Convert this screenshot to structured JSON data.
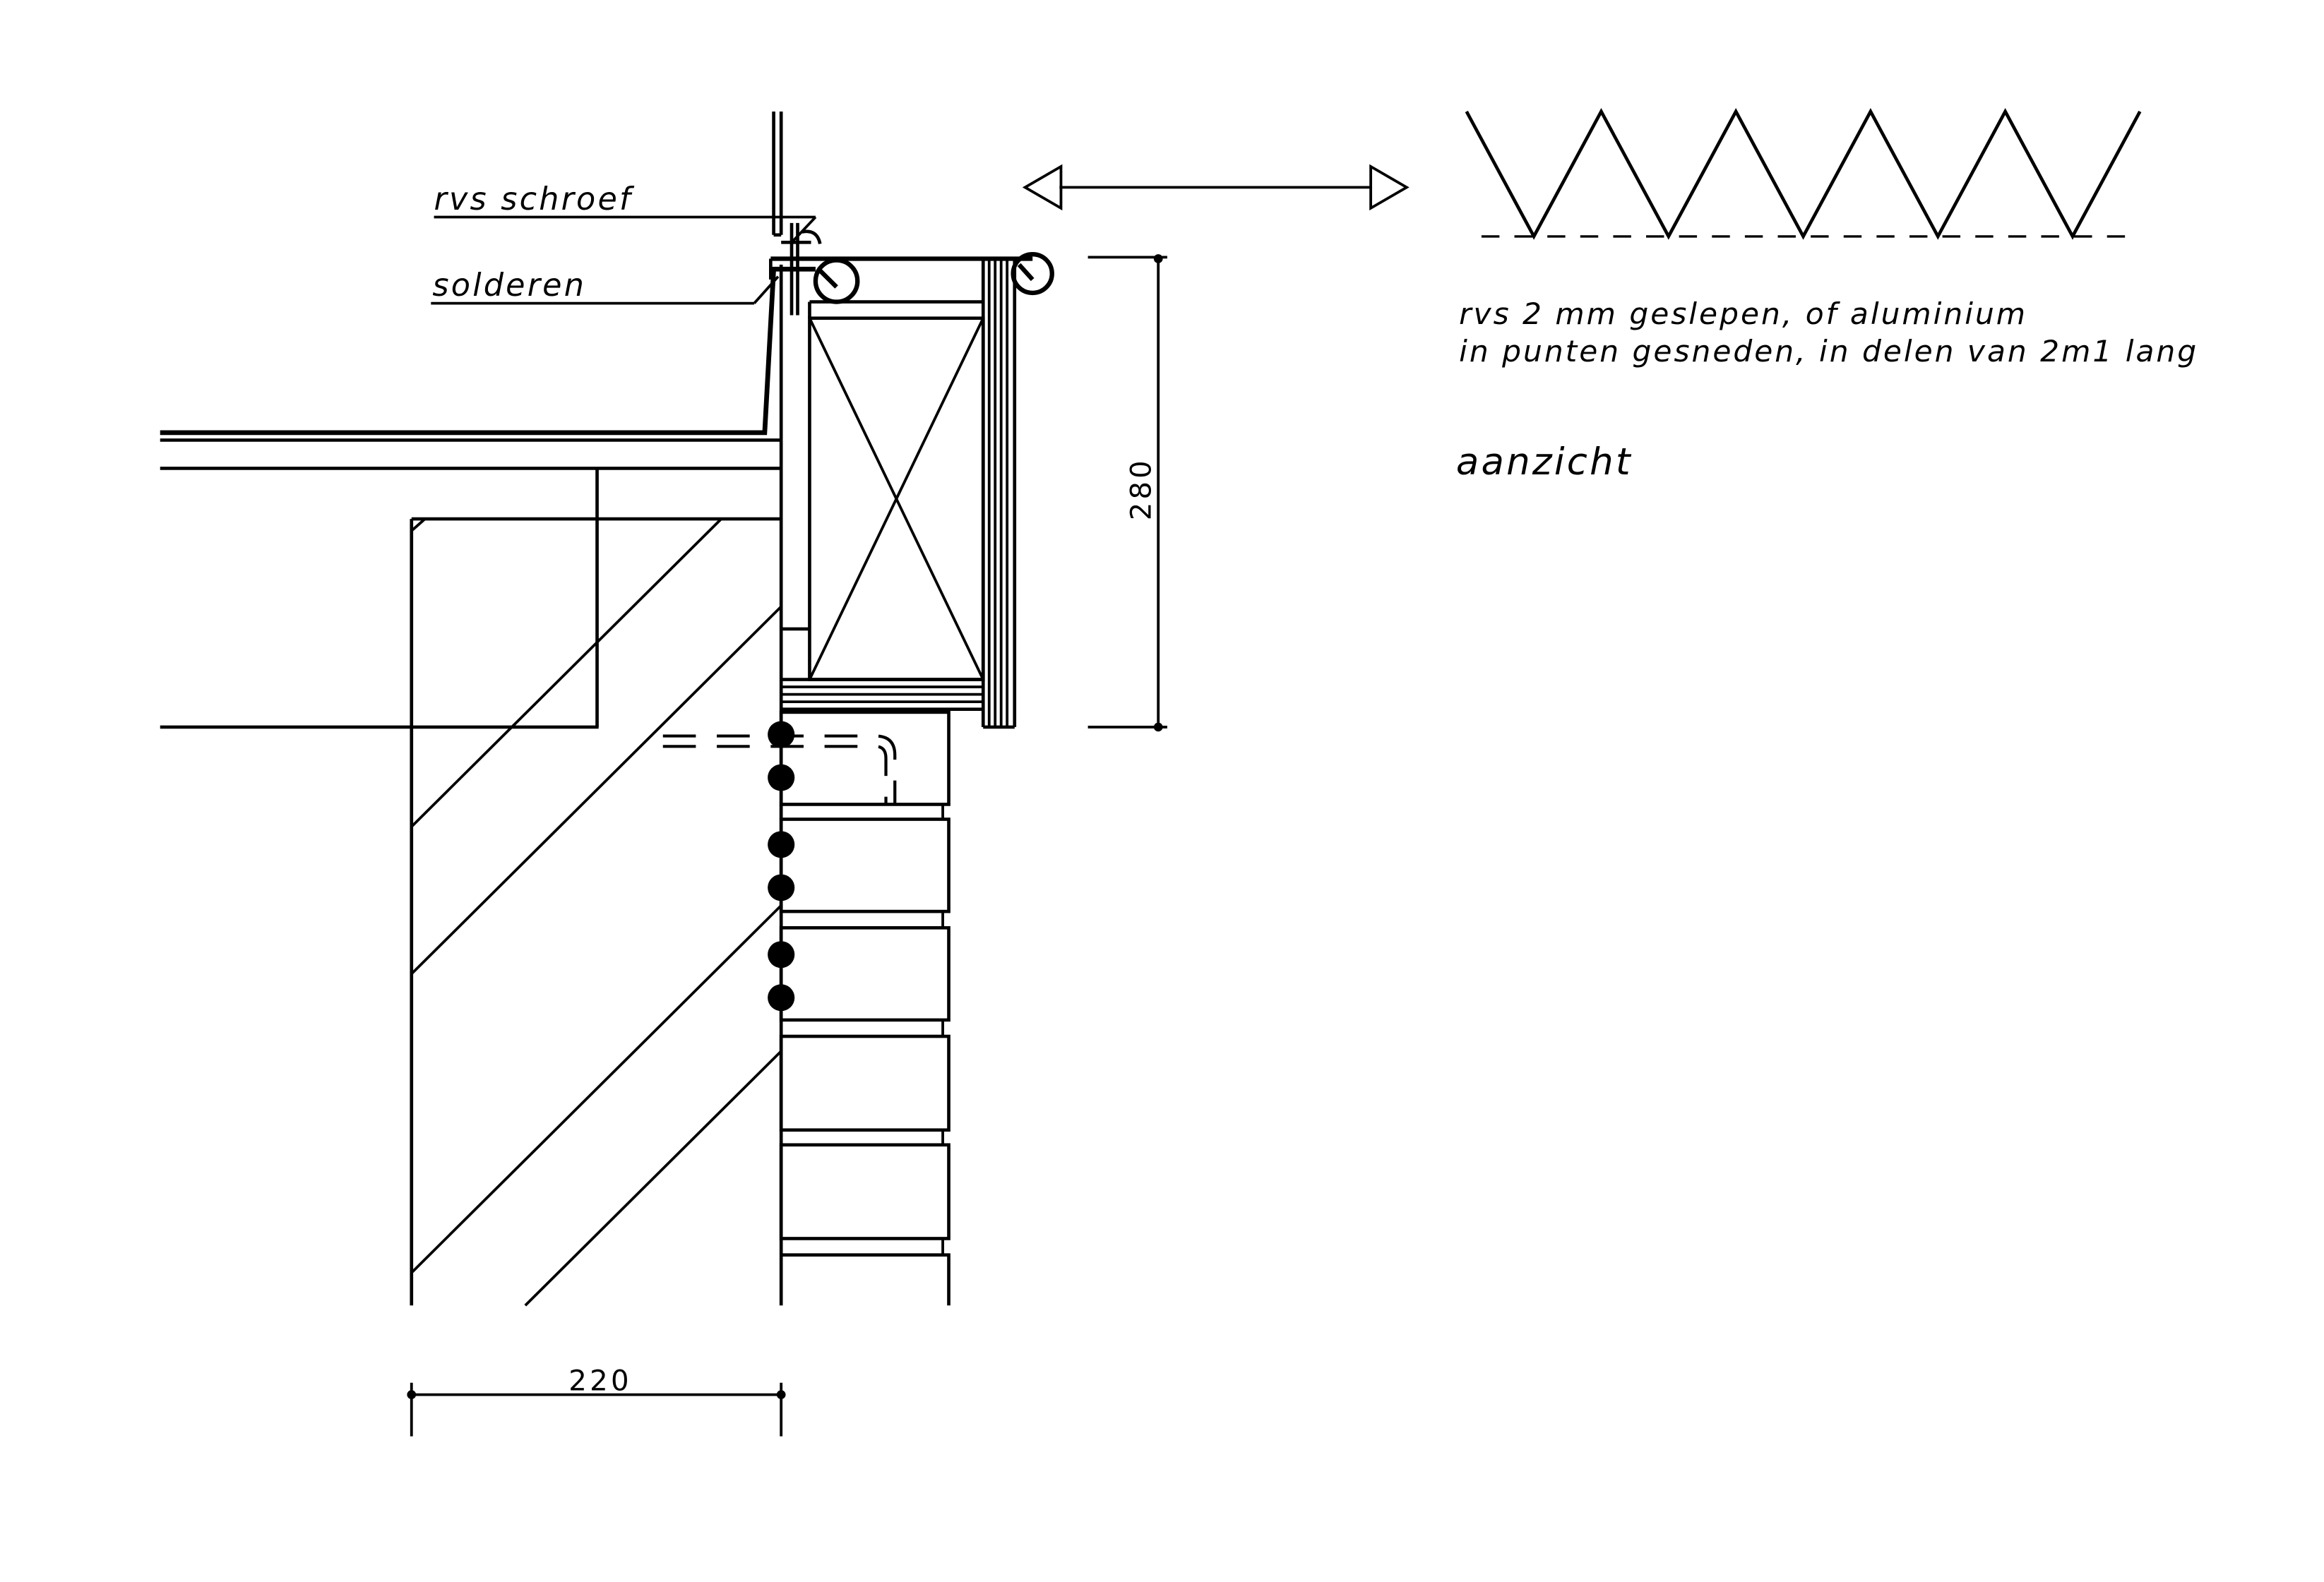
{
  "labels": {
    "screw": "rvs schroef",
    "solder": "solderen",
    "material_line1": "rvs 2 mm geslepen, of aluminium",
    "material_line2": "in punten gesneden, in delen van 2m1 lang",
    "view": "aanzicht"
  },
  "dimensions": {
    "height": "280",
    "width": "220"
  }
}
